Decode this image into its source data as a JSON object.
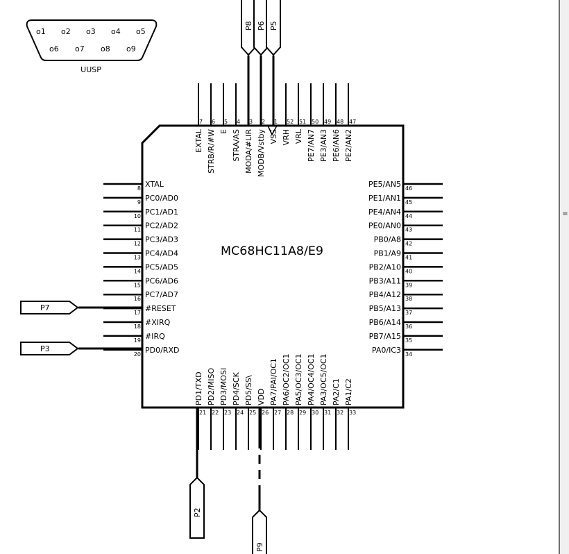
{
  "chip": {
    "part_name": "MC68HC11A8/E9",
    "pins_left": [
      {
        "num": "8",
        "label": "XTAL"
      },
      {
        "num": "9",
        "label": "PC0/AD0"
      },
      {
        "num": "10",
        "label": "PC1/AD1"
      },
      {
        "num": "11",
        "label": "PC2/AD2"
      },
      {
        "num": "12",
        "label": "PC3/AD3"
      },
      {
        "num": "13",
        "label": "PC4/AD4"
      },
      {
        "num": "14",
        "label": "PC5/AD5"
      },
      {
        "num": "15",
        "label": "PC6/AD6"
      },
      {
        "num": "16",
        "label": "PC7/AD7"
      },
      {
        "num": "17",
        "label": "#RESET"
      },
      {
        "num": "18",
        "label": "#XIRQ"
      },
      {
        "num": "19",
        "label": "#IRQ"
      },
      {
        "num": "20",
        "label": "PD0/RXD"
      }
    ],
    "pins_right": [
      {
        "num": "46",
        "label": "PE5/AN5"
      },
      {
        "num": "45",
        "label": "PE1/AN1"
      },
      {
        "num": "44",
        "label": "PE4/AN4"
      },
      {
        "num": "43",
        "label": "PE0/AN0"
      },
      {
        "num": "42",
        "label": "PB0/A8"
      },
      {
        "num": "41",
        "label": "PB1/A9"
      },
      {
        "num": "40",
        "label": "PB2/A10"
      },
      {
        "num": "39",
        "label": "PB3/A11"
      },
      {
        "num": "38",
        "label": "PB4/A12"
      },
      {
        "num": "37",
        "label": "PB5/A13"
      },
      {
        "num": "36",
        "label": "PB6/A14"
      },
      {
        "num": "35",
        "label": "PB7/A15"
      },
      {
        "num": "34",
        "label": "PA0/IC3"
      }
    ],
    "pins_top": [
      {
        "num": "7",
        "label": "EXTAL"
      },
      {
        "num": "6",
        "label": "STRB/R/#W"
      },
      {
        "num": "5",
        "label": "E"
      },
      {
        "num": "4",
        "label": "STRA/AS"
      },
      {
        "num": "3",
        "label": "MODA/#LIR"
      },
      {
        "num": "2",
        "label": "MODB/Vstby"
      },
      {
        "num": "1",
        "label": "VSS"
      },
      {
        "num": "52",
        "label": "VRH"
      },
      {
        "num": "51",
        "label": "VRL"
      },
      {
        "num": "50",
        "label": "PE7/AN7"
      },
      {
        "num": "49",
        "label": "PE3/AN3"
      },
      {
        "num": "48",
        "label": "PE6/AN6"
      },
      {
        "num": "47",
        "label": "PE2/AN2"
      }
    ],
    "pins_bottom": [
      {
        "num": "21",
        "label": "PD1/TXD"
      },
      {
        "num": "22",
        "label": "PD2/MISO"
      },
      {
        "num": "23",
        "label": "PD3/MOSI"
      },
      {
        "num": "24",
        "label": "PD4/SCK"
      },
      {
        "num": "25",
        "label": "PD5/SS\\"
      },
      {
        "num": "26",
        "label": "VDD"
      },
      {
        "num": "27",
        "label": "PA7/PAI/OC1"
      },
      {
        "num": "28",
        "label": "PA6/OC2/OC1"
      },
      {
        "num": "29",
        "label": "PA5/OC3/OC1"
      },
      {
        "num": "30",
        "label": "PA4/OC4/OC1"
      },
      {
        "num": "31",
        "label": "PA3/OC5/OC1"
      },
      {
        "num": "32",
        "label": "PA2/C1"
      },
      {
        "num": "33",
        "label": "PA1/C2"
      }
    ]
  },
  "connector": {
    "name": "UUSP",
    "top_pins": [
      "o1",
      "o2",
      "o3",
      "o4",
      "o5"
    ],
    "bottom_pins": [
      "o6",
      "o7",
      "o8",
      "o9"
    ]
  },
  "ports": [
    {
      "label": "P8",
      "side": "top"
    },
    {
      "label": "P6",
      "side": "top"
    },
    {
      "label": "P5",
      "side": "top"
    },
    {
      "label": "P7",
      "side": "left"
    },
    {
      "label": "P3",
      "side": "left"
    },
    {
      "label": "P2",
      "side": "bottom"
    },
    {
      "label": "P9",
      "side": "bottom"
    }
  ],
  "scrollbar": {
    "grip_icon": "grip-lines-icon",
    "grip_glyph": "≡"
  }
}
